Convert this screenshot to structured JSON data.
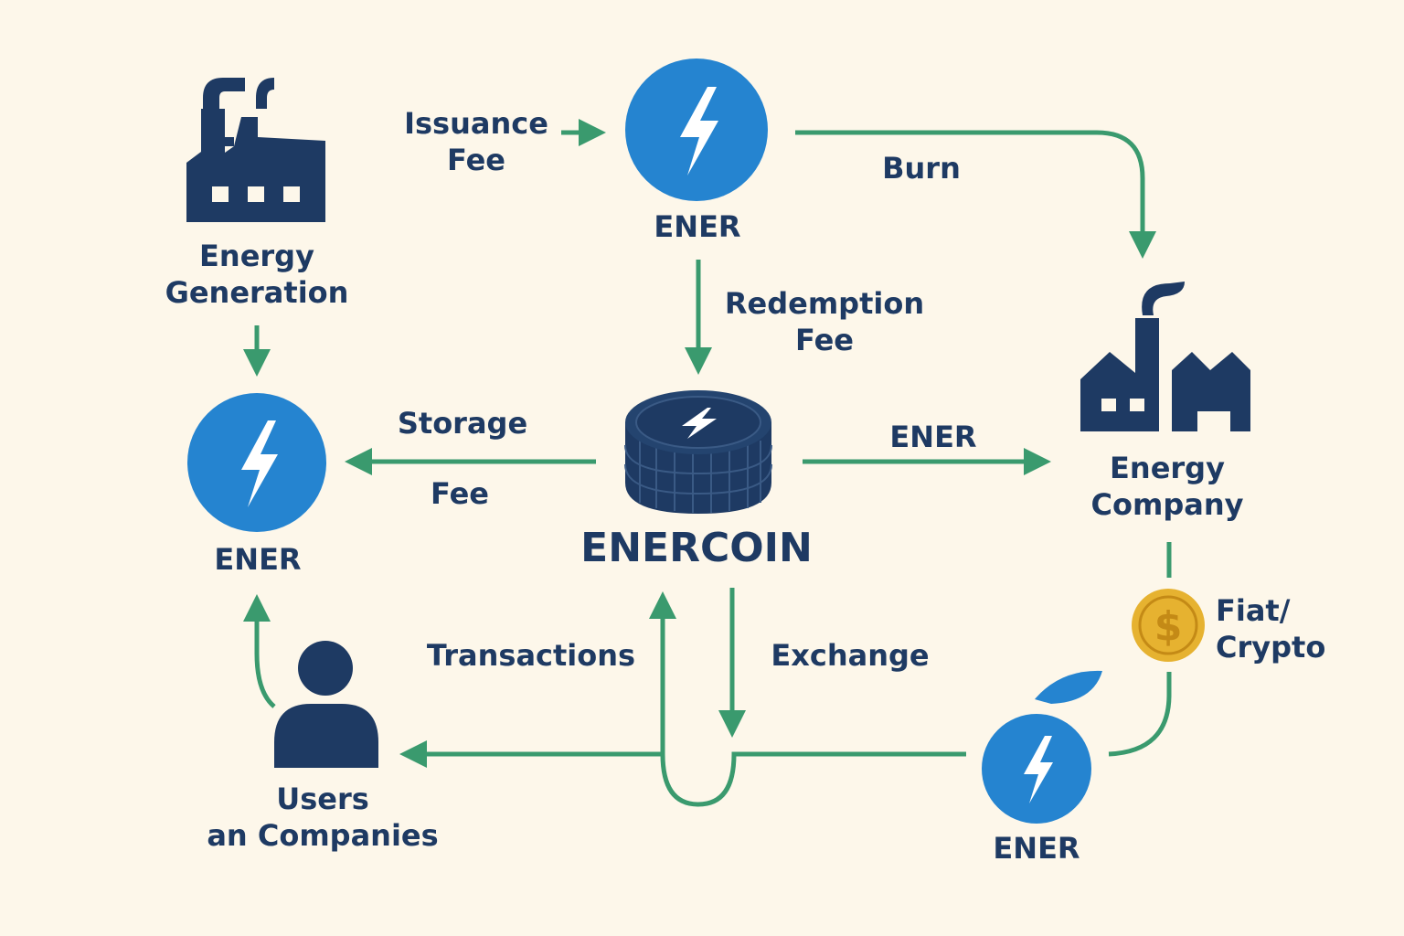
{
  "colors": {
    "background": "#fdf7ea",
    "navy": "#1e3a63",
    "blue": "#2584d0",
    "green": "#3a9a6e",
    "gold": "#e6b230"
  },
  "nodes": {
    "energy_generation": {
      "line1": "Energy",
      "line2": "Generation",
      "icon": "factory-icon"
    },
    "ener_top": {
      "label": "ENER",
      "icon": "lightning-icon"
    },
    "ener_left": {
      "label": "ENER",
      "icon": "lightning-icon"
    },
    "ener_bottom": {
      "label": "ENER",
      "icon": "lightning-icon"
    },
    "enercoin": {
      "label": "ENERCOIN",
      "icon": "coin-stack-icon"
    },
    "energy_company": {
      "line1": "Energy",
      "line2": "Company",
      "icon": "factory-icon"
    },
    "users": {
      "line1": "Users",
      "line2": "an Companies",
      "icon": "user-icon"
    },
    "fiat": {
      "line1": "Fiat/",
      "line2": "Crypto",
      "icon": "dollar-coin-icon"
    }
  },
  "edges": {
    "issuance_fee": {
      "line1": "Issuance",
      "line2": "Fee"
    },
    "burn": "Burn",
    "redemption_fee": {
      "line1": "Redemption",
      "line2": "Fee"
    },
    "storage": "Storage",
    "fee": "Fee",
    "ener_to_company": "ENER",
    "transactions": "Transactions",
    "exchange": "Exchange"
  }
}
